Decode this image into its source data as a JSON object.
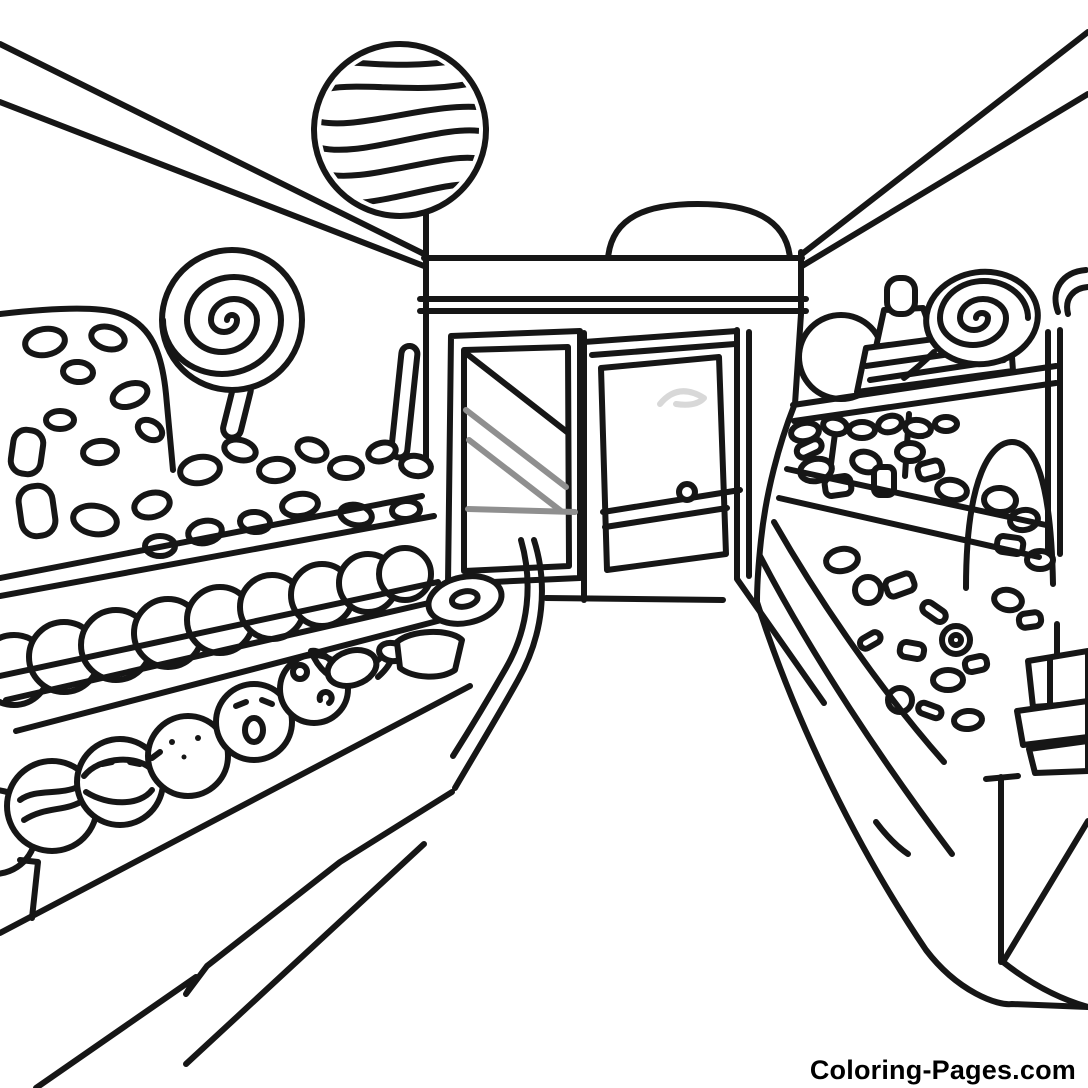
{
  "watermark": {
    "text": "Coloring-Pages.com"
  },
  "colors": {
    "background": "#ffffff",
    "line": "#161616",
    "glass": "#8f8f8f",
    "faint": "#d8d8d8",
    "watermark": "#000000"
  },
  "scene": {
    "description_elements": [
      "left-wall-edge",
      "right-wall-edge",
      "storefront-fascia",
      "entrance-arch",
      "striped-balloon",
      "spiral-lollipop",
      "candy-stick",
      "left-shop-window",
      "glass-reflections",
      "shop-door",
      "door-handle",
      "left-candy-counter",
      "pebble-candies",
      "gumball-row",
      "truffle-row",
      "wrapped-candy",
      "donut-candy",
      "candy-cup",
      "right-display-case",
      "display-shelf",
      "gumball",
      "candy-jar-bottle",
      "candy-scoop-tray",
      "swirl-candy",
      "corner-swirl-candy",
      "display-divider-arch",
      "display-candies",
      "shelf-posts",
      "candy-register-stand",
      "floor-lines"
    ]
  }
}
